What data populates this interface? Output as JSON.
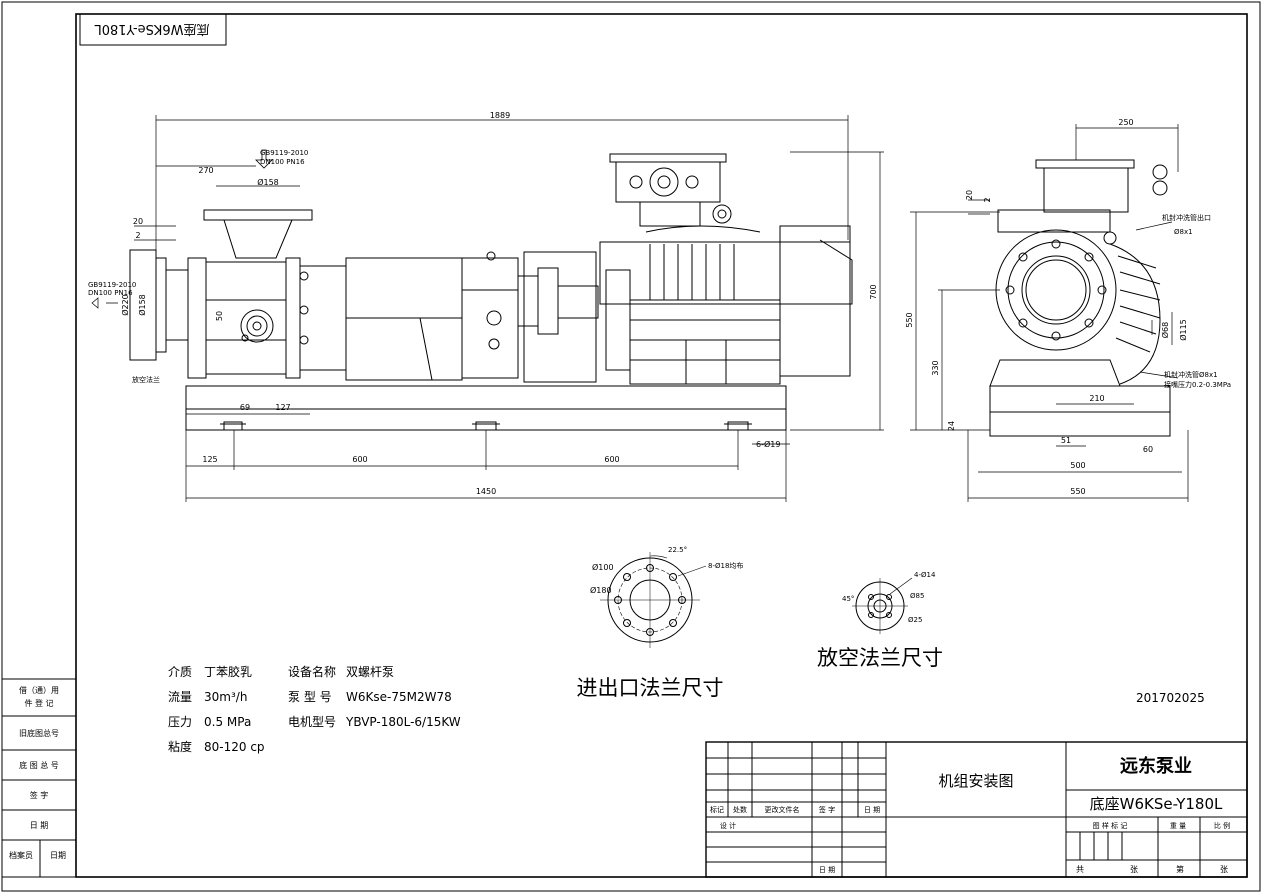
{
  "corner_stamp": "底座W6KSe-Y180L",
  "front_view": {
    "dims": {
      "total_length": "1889",
      "d270": "270",
      "d20": "20",
      "d2": "2",
      "d158": "Ø158",
      "d220": "Ø220",
      "d158b": "Ø158",
      "d50": "50",
      "d69": "69",
      "d127": "127",
      "d125": "125",
      "d600a": "600",
      "d600b": "600",
      "d1450": "1450",
      "d700": "700",
      "d550": "550",
      "holes": "6-Ø19"
    },
    "inlet_note_1": "GB9119-2010",
    "inlet_note_2": "DN100 PN16",
    "side_note_1": "GB9119-2010",
    "side_note_2": "DN100 PN16",
    "vent_label": "放空法兰"
  },
  "side_view": {
    "dims": {
      "d250": "250",
      "d20": "20",
      "d2": "2",
      "d115": "Ø115",
      "d68": "Ø68",
      "d330": "330",
      "d24": "24",
      "d210": "210",
      "d51": "51",
      "d60": "60",
      "d500": "500",
      "d550": "550"
    },
    "note_mech_top": "机封冲洗管出口",
    "note_mech_top_size": "Ø8x1",
    "note_mech_in": "机封冲洗管Ø8x1",
    "note_pressure": "接嘴压力0.2-0.3MPa"
  },
  "inlet_flange": {
    "angle": "22.5°",
    "bolts": "8-Ø18均布",
    "d100": "Ø100",
    "d180": "Ø180",
    "caption": "进出口法兰尺寸"
  },
  "vent_flange": {
    "angle": "45°",
    "bolts": "4-Ø14",
    "d85": "Ø85",
    "d25": "Ø25",
    "caption": "放空法兰尺寸"
  },
  "specs": [
    {
      "k1": "介质",
      "v1": "丁苯胶乳",
      "k2": "设备名称",
      "v2": "双螺杆泵"
    },
    {
      "k1": "流量",
      "v1": "30m³/h",
      "k2": "泵 型 号",
      "v2": "W6Kse-75M2W78"
    },
    {
      "k1": "压力",
      "v1": "0.5 MPa",
      "k2": "电机型号",
      "v2": "YBVP-180L-6/15KW"
    },
    {
      "k1": "粘度",
      "v1": "80-120 cp",
      "k2": "",
      "v2": ""
    }
  ],
  "date_code": "201702025",
  "left_strip": {
    "r1a": "借（通）用",
    "r1b": "件  登  记",
    "r2": "旧底图总号",
    "r3": "底 图 总 号",
    "r4": "签    字",
    "r5": "日    期",
    "r6a": "档案员",
    "r6b": "日期"
  },
  "title_block": {
    "company": "远东泵业",
    "drawing_name": "机组安装图",
    "drawing_no": "底座W6KSe-Y180L",
    "rev_cols": [
      "标记",
      "处数",
      "更改文件名",
      "签  字",
      "日  期"
    ],
    "design": "设  计",
    "date": "日  期",
    "stage_cols": [
      "图  样  标  记",
      "重  量",
      "比  例"
    ],
    "total": "共",
    "sheet_unit": "张",
    "sheet": "第",
    "sheet_unit2": "张"
  }
}
